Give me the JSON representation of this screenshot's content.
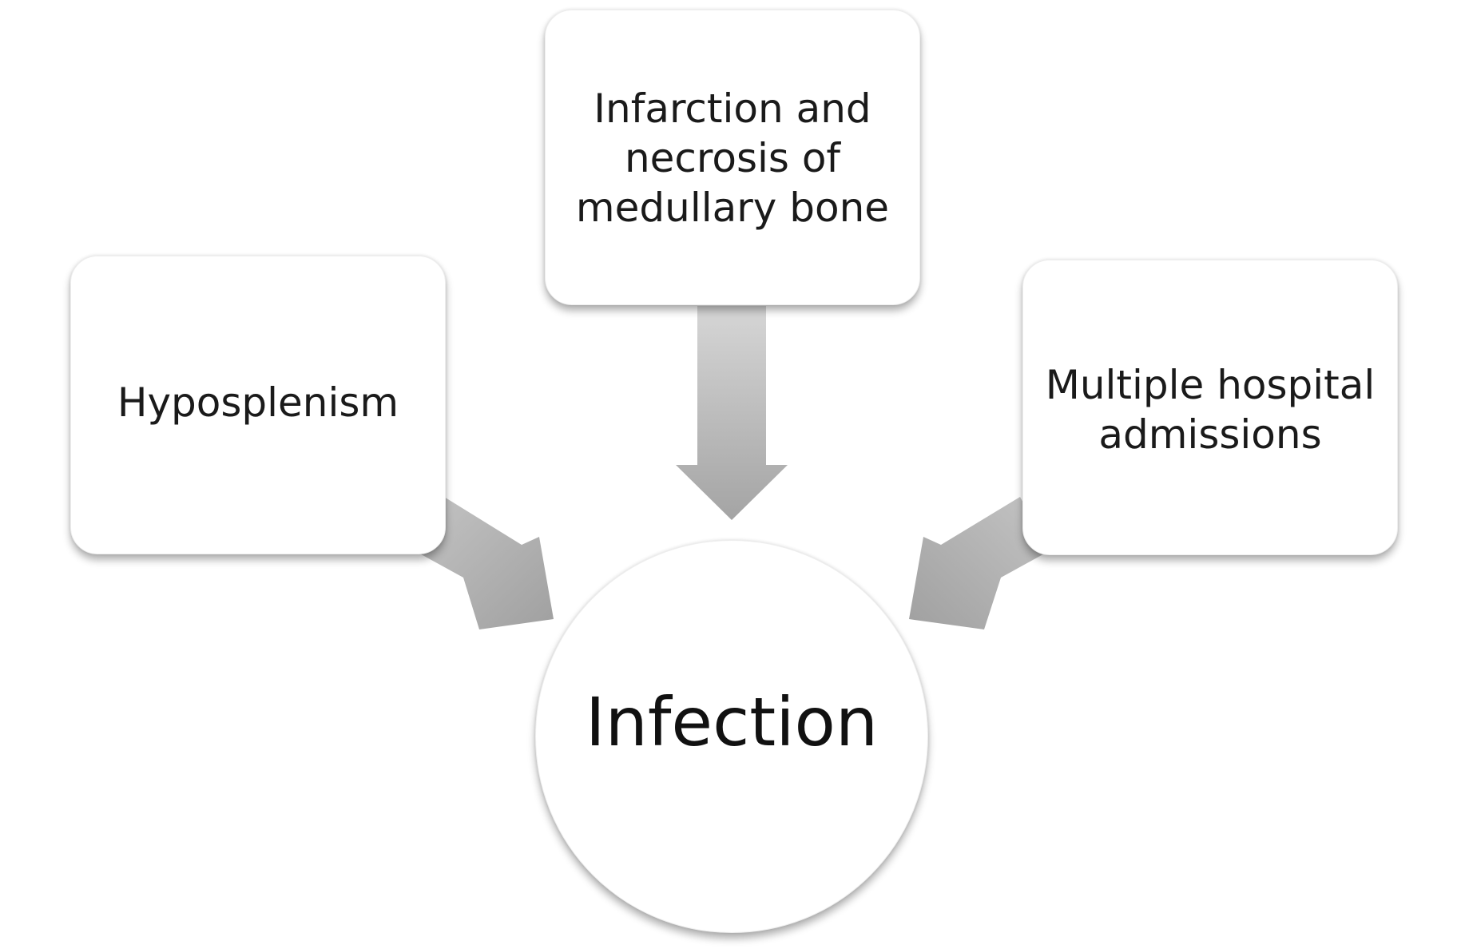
{
  "diagram": {
    "center": {
      "label": "Infection"
    },
    "causes": [
      {
        "id": "top",
        "label": "Infarction and\nnecrosis of\nmedullary bone"
      },
      {
        "id": "left",
        "label": "Hyposplenism"
      },
      {
        "id": "right",
        "label": "Multiple hospital\nadmissions"
      }
    ],
    "edges": [
      {
        "from": "top",
        "to": "center"
      },
      {
        "from": "left",
        "to": "center"
      },
      {
        "from": "right",
        "to": "center"
      }
    ],
    "colors": {
      "arrow_light": "#dcdcdc",
      "arrow_dark": "#9a9a9a",
      "node_fill": "#ffffff",
      "text": "#1a1a1a"
    }
  }
}
